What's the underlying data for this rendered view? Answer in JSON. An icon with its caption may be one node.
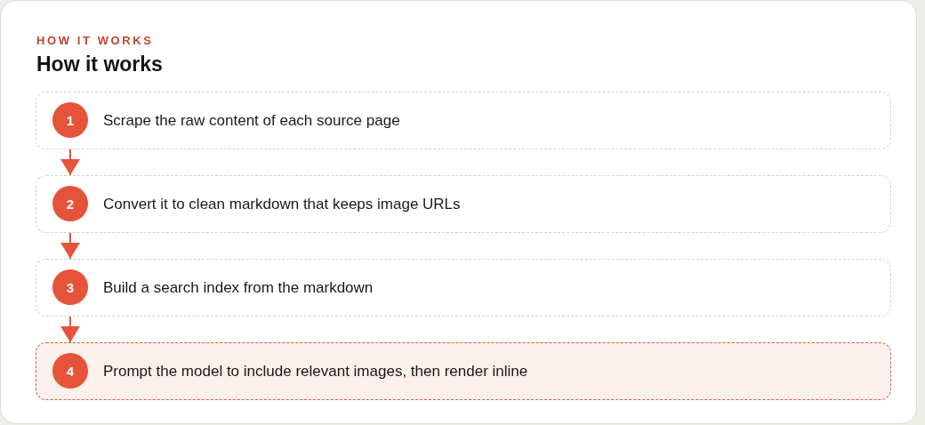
{
  "diagram": {
    "title": "How it works",
    "nodes": [
      {
        "text": [
          "Scrape the raw content of each source page"
        ]
      },
      {
        "text": [
          "1"
        ],
        "in": 0
      },
      {
        "text": [
          "Convert it to clean markdown that keeps image URLs"
        ]
      },
      {
        "text": [
          "2"
        ],
        "in": 2
      },
      {
        "text": [
          "Build a search index from the markdown"
        ]
      },
      {
        "text": [
          "3"
        ],
        "in": 4
      },
      {
        "text": [
          "Prompt the model to include relevant images, then render inline"
        ]
      },
      {
        "text": [
          "4"
        ],
        "in": 6
      }
    ],
    "edges": [
      {
        "from": 0,
        "to": 2,
        "arrow": "to"
      },
      {
        "from": 2,
        "to": 4,
        "arrow": "to"
      },
      {
        "from": 4,
        "to": 6,
        "arrow": "to"
      }
    ],
    "labels": [
      "HOW IT WORKS"
    ]
  }
}
